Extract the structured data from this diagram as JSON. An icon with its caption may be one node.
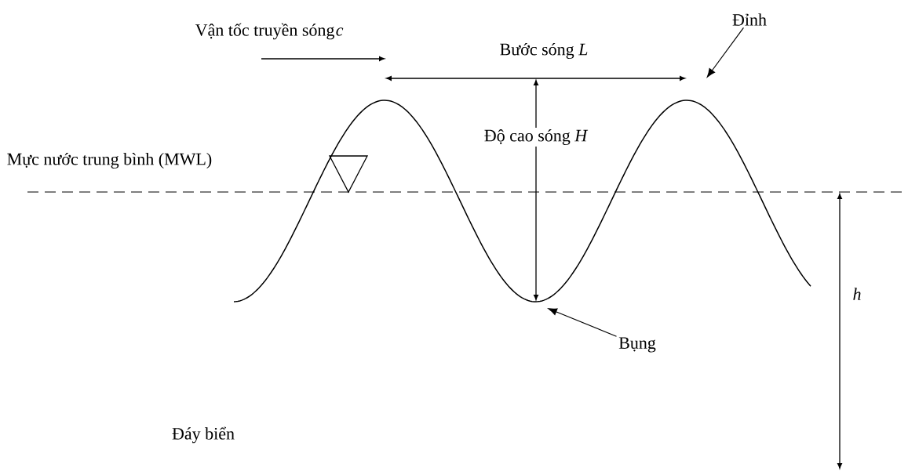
{
  "diagram": {
    "nodes": [
      {
        "text": [
          "Đỉnh"
        ]
      },
      {
        "text": [
          "Bụng"
        ]
      }
    ],
    "edges": [
      {
        "from": 0,
        "to": null,
        "arrow": "to"
      },
      {
        "from": 1,
        "to": null,
        "arrow": "to"
      }
    ],
    "labels": [
      "Vận tốc truyền sóng",
      "c",
      "Bước sóng *L*",
      "Độ cao sóng *H*",
      "Mực nước trung bình (MWL)",
      "h",
      "Đáy biển"
    ]
  }
}
